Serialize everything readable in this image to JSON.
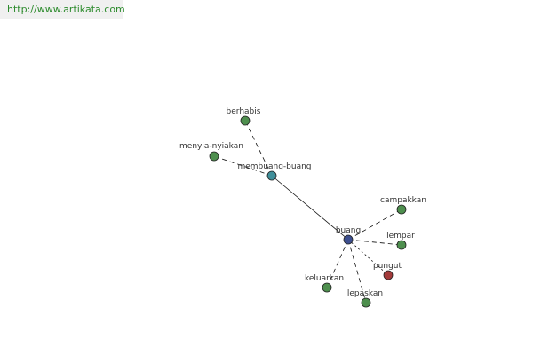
{
  "site": {
    "url": "http://www.artikata.com"
  },
  "colors": {
    "green": "#4e8f4e",
    "teal": "#3f8f9a",
    "navy": "#3d4f8f",
    "red": "#a33a3a",
    "edge": "#111111"
  },
  "graph": {
    "nodes": [
      {
        "id": "buang",
        "label": "buang",
        "color": "navy"
      },
      {
        "id": "membuang-buang",
        "label": "membuang-buang",
        "color": "teal"
      },
      {
        "id": "berhabis",
        "label": "berhabis",
        "color": "green"
      },
      {
        "id": "menyia-nyiakan",
        "label": "menyia-nyiakan",
        "color": "green"
      },
      {
        "id": "campakkan",
        "label": "campakkan",
        "color": "green"
      },
      {
        "id": "lempar",
        "label": "lempar",
        "color": "green"
      },
      {
        "id": "pungut",
        "label": "pungut",
        "color": "red"
      },
      {
        "id": "keluarkan",
        "label": "keluarkan",
        "color": "green"
      },
      {
        "id": "lepaskan",
        "label": "lepaskan",
        "color": "green"
      }
    ],
    "edges": [
      {
        "from": "buang",
        "to": "membuang-buang",
        "style": "solid"
      },
      {
        "from": "membuang-buang",
        "to": "berhabis",
        "style": "dashed"
      },
      {
        "from": "membuang-buang",
        "to": "menyia-nyiakan",
        "style": "dashed"
      },
      {
        "from": "buang",
        "to": "campakkan",
        "style": "dashed"
      },
      {
        "from": "buang",
        "to": "lempar",
        "style": "dashed"
      },
      {
        "from": "buang",
        "to": "pungut",
        "style": "dotted"
      },
      {
        "from": "buang",
        "to": "keluarkan",
        "style": "dashed"
      },
      {
        "from": "buang",
        "to": "lepaskan",
        "style": "dashed"
      }
    ]
  }
}
